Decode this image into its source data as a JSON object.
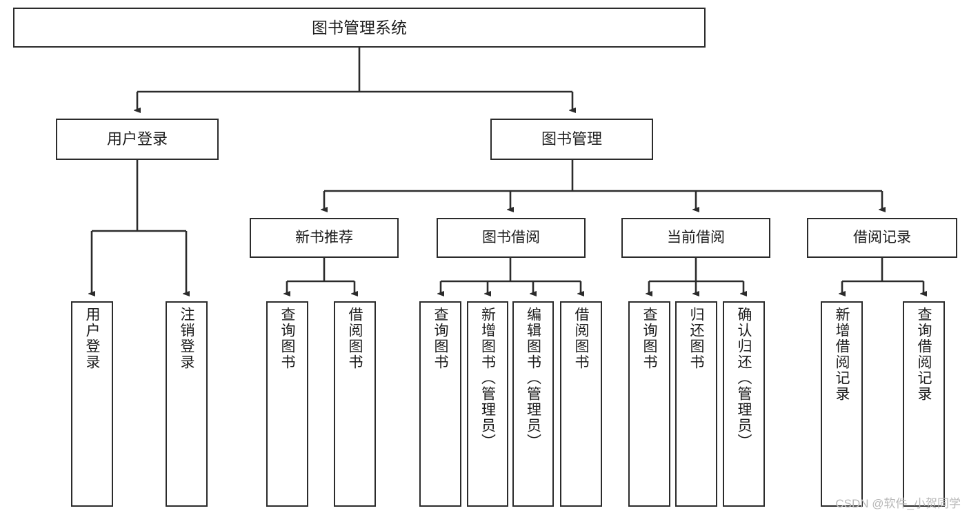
{
  "diagram": {
    "type": "tree",
    "title": "图书管理系统",
    "root": {
      "label": "图书管理系统"
    },
    "level2": [
      {
        "label": "用户登录"
      },
      {
        "label": "图书管理"
      }
    ],
    "level3": [
      {
        "label": "新书推荐"
      },
      {
        "label": "图书借阅"
      },
      {
        "label": "当前借阅"
      },
      {
        "label": "借阅记录"
      }
    ],
    "leaves": {
      "user_login": [
        {
          "label": "用户登录"
        },
        {
          "label": "注销登录"
        }
      ],
      "new_books": [
        {
          "label": "查询图书"
        },
        {
          "label": "借阅图书"
        }
      ],
      "book_borrow": [
        {
          "label": "查询图书"
        },
        {
          "label": "新增图书（管理员）"
        },
        {
          "label": "编辑图书（管理员）"
        },
        {
          "label": "借阅图书"
        }
      ],
      "current_borrow": [
        {
          "label": "查询图书"
        },
        {
          "label": "归还图书"
        },
        {
          "label": "确认归还（管理员）"
        }
      ],
      "borrow_records": [
        {
          "label": "新增借阅记录"
        },
        {
          "label": "查询借阅记录"
        }
      ]
    }
  },
  "watermark": {
    "text": "CSDN @软件_小贺同学"
  },
  "colors": {
    "stroke": "#2b2b2b",
    "fill": "#ffffff",
    "text": "#1c1c1c",
    "watermark": "#b8b8b8"
  }
}
